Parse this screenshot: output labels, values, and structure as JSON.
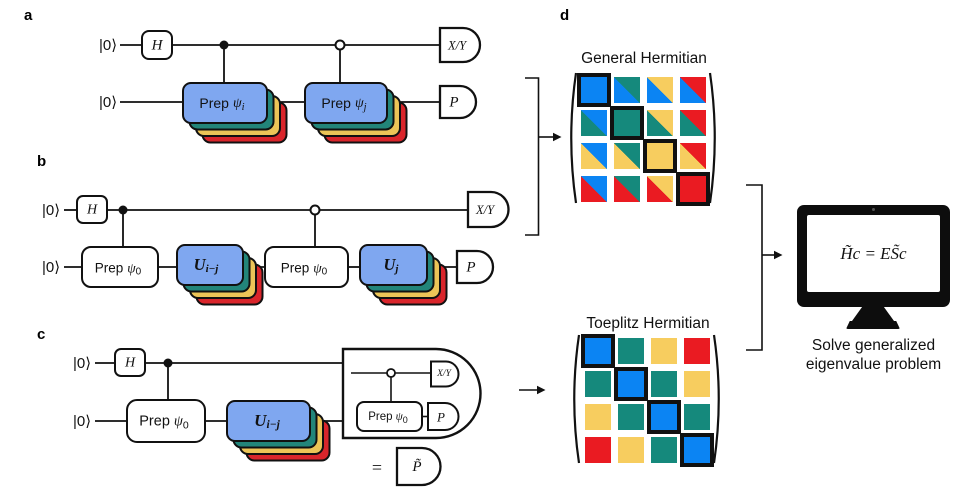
{
  "figure": {
    "panel_labels": {
      "a": "a",
      "b": "b",
      "c": "c",
      "d": "d"
    }
  },
  "labels": {
    "ket0": "|0⟩",
    "h": "H",
    "xy": "X/Y",
    "p": "P",
    "p_tilde": "P̃",
    "prep": "Prep",
    "psi": "ψ",
    "u": "U",
    "sub_i": "i",
    "sub_j": "j",
    "sub_0": "0",
    "sub_imj": "i−j",
    "equals": "="
  },
  "panel_d": {
    "matrices": [
      {
        "id": "general",
        "title": "General Hermitian",
        "cells": [
          [
            "B*",
            "T/B",
            "Y/B",
            "R/B"
          ],
          [
            "B/T",
            "T*",
            "Y/T",
            "R/T"
          ],
          [
            "B/Y",
            "T/Y",
            "Y*",
            "R/Y"
          ],
          [
            "B/R",
            "T/R",
            "Y/R",
            "R*"
          ]
        ]
      },
      {
        "id": "toeplitz",
        "title": "Toeplitz Hermitian",
        "cells": [
          [
            "B*",
            "T",
            "Y",
            "R"
          ],
          [
            "T",
            "B*",
            "T",
            "Y"
          ],
          [
            "Y",
            "T",
            "B*",
            "T"
          ],
          [
            "R",
            "Y",
            "T",
            "B*"
          ]
        ]
      }
    ],
    "palette": {
      "B": "#0B84F3",
      "T": "#15897C",
      "Y": "#F7CD5F",
      "R": "#EA1B22"
    }
  },
  "monitor": {
    "equation": "H̃c = ES̃c",
    "caption_line1": "Solve generalized",
    "caption_line2": "eigenvalue problem"
  },
  "colors": {
    "card_blue": "#7FA7F0",
    "stack_teal": "#22857A",
    "stack_yellow": "#ECC457",
    "stack_red": "#D9252B",
    "ink": "#111111"
  }
}
